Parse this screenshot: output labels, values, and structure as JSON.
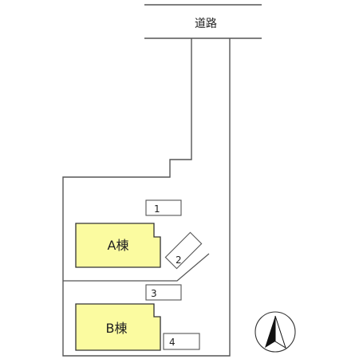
{
  "road": {
    "label": "道路"
  },
  "buildings": [
    {
      "label": "A棟",
      "fill": "#FBFBA0"
    },
    {
      "label": "B棟",
      "fill": "#FBFBA0"
    }
  ],
  "parking": [
    {
      "label": "1"
    },
    {
      "label": "2"
    },
    {
      "label": "3"
    },
    {
      "label": "4"
    }
  ],
  "compass": {
    "icon": "north-arrow-icon"
  },
  "colors": {
    "line": "#555555",
    "building_stroke": "#333333"
  }
}
